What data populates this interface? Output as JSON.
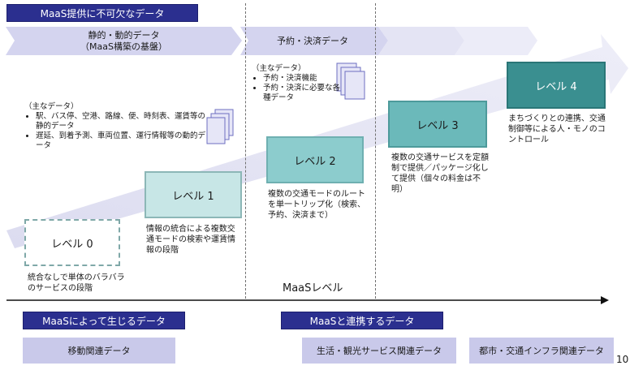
{
  "header_top": "MaaS提供に不可欠なデータ",
  "band_static": [
    "静的・動的データ",
    "（MaaS構築の基盤）"
  ],
  "band_reservation": "予約・決済データ",
  "note_left": {
    "title": "（主なデータ）",
    "items": [
      "駅、バス停、空港、路線、便、時刻表、運賃等の静的データ",
      "遅延、到着予測、車両位置、運行情報等の動的データ"
    ]
  },
  "note_mid": {
    "title": "（主なデータ）",
    "items": [
      "予約・決済機能",
      "予約・決済に必要な各種データ"
    ]
  },
  "levels": [
    {
      "label": "レベル 0",
      "desc": "統合なしで単体のバラバラのサービスの段階"
    },
    {
      "label": "レベル 1",
      "desc": "情報の統合による複数交通モードの検索や運賃情報の段階"
    },
    {
      "label": "レベル 2",
      "desc": "複数の交通モードのルートを単一トリップ化（検索、予約、決済まで）"
    },
    {
      "label": "レベル 3",
      "desc": "複数の交通サービスを定額制で提供／パッケージ化して提供（個々の料金は不明）"
    },
    {
      "label": "レベル 4",
      "desc": "まちづくりとの連携、交通制御等による人・モノのコントロール"
    }
  ],
  "axis_label": "MaaSレベル",
  "header_bottom_left": "MaaSによって生じるデータ",
  "header_bottom_right": "MaaSと連携するデータ",
  "box_mobility": "移動関連データ",
  "box_life": "生活・観光サービス関連データ",
  "box_city": "都市・交通インフラ関連データ",
  "page_number": "10",
  "colors": {
    "navy": "#2b2f8f",
    "level_light": "#c7e6e6",
    "level_mid": "#8ccccd",
    "level_dark": "#3a8f90",
    "band": "#cfcfee",
    "arrow": "#d7d7ee"
  }
}
